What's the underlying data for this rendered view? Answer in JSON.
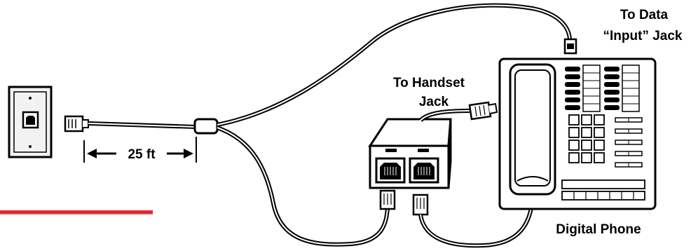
{
  "labels": {
    "to_data_line1": "To Data",
    "to_data_line2": "“Input” Jack",
    "to_handset_line1": "To Handset",
    "to_handset_line2": "Jack",
    "distance": "25 ft",
    "digital_phone": "Digital Phone"
  },
  "colors": {
    "underline": "#e3262c",
    "line": "#000000",
    "background": "#ffffff"
  },
  "icons": {
    "wall_plate": "wall-jack-plate",
    "splitter": "dual-jack-splitter",
    "phone": "digital-phone",
    "arrow_left": "left-arrow",
    "arrow_right": "right-arrow"
  }
}
